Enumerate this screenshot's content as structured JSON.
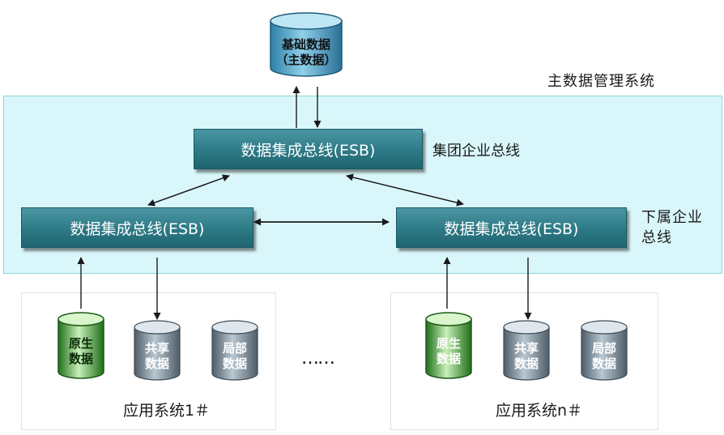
{
  "top_db": {
    "line1": "基础数据",
    "line2": "（主数据）"
  },
  "mdm_label": "主数据管理系统",
  "group_esb": {
    "label": "数据集成总线(ESB)",
    "side_label": "集团企业总线"
  },
  "sub_esb_left": {
    "label": "数据集成总线(ESB)"
  },
  "sub_esb_right": {
    "label": "数据集成总线(ESB)"
  },
  "sub_label": {
    "line1": "下属企业",
    "line2": "总线"
  },
  "ellipsis": "……",
  "app_left": {
    "title": "应用系统1＃",
    "dbs": [
      {
        "line1": "原生",
        "line2": "数据"
      },
      {
        "line1": "共享",
        "line2": "数据"
      },
      {
        "line1": "局部",
        "line2": "数据"
      }
    ]
  },
  "app_right": {
    "title": "应用系统n＃",
    "dbs": [
      {
        "line1": "原生",
        "line2": "数据"
      },
      {
        "line1": "共享",
        "line2": "数据"
      },
      {
        "line1": "局部",
        "line2": "数据"
      }
    ]
  },
  "colors": {
    "region_fill": "#d9f7fa",
    "esb_fill": "#2b7783",
    "green_db": "#2f8f2a",
    "blue_db": "#6e7f8c",
    "top_db": "#5fa9c9"
  }
}
